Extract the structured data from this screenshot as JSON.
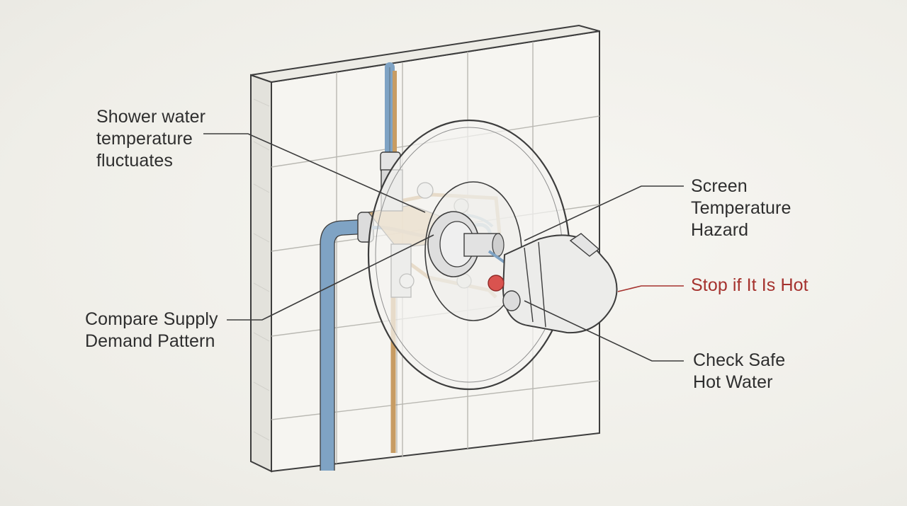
{
  "callouts": {
    "shower_temp": {
      "lines": [
        "Shower water",
        "temperature",
        "fluctuates"
      ]
    },
    "compare_supply": {
      "lines": [
        "Compare Supply",
        "Demand Pattern"
      ]
    },
    "screen_temp": {
      "lines": [
        "Screen",
        "Temperature",
        "Hazard"
      ]
    },
    "stop_hot": {
      "lines": [
        "Stop if It Is Hot"
      ]
    },
    "check_safe": {
      "lines": [
        "Check Safe",
        "Hot Water"
      ]
    }
  },
  "colors": {
    "background": "#f1f0eb",
    "sketch_line": "#3a3a3a",
    "cold_pipe": "#7fa3c4",
    "hot_pipe": "#c79c63",
    "warning_text": "#a5322e",
    "warning_dot": "#d9534f"
  }
}
